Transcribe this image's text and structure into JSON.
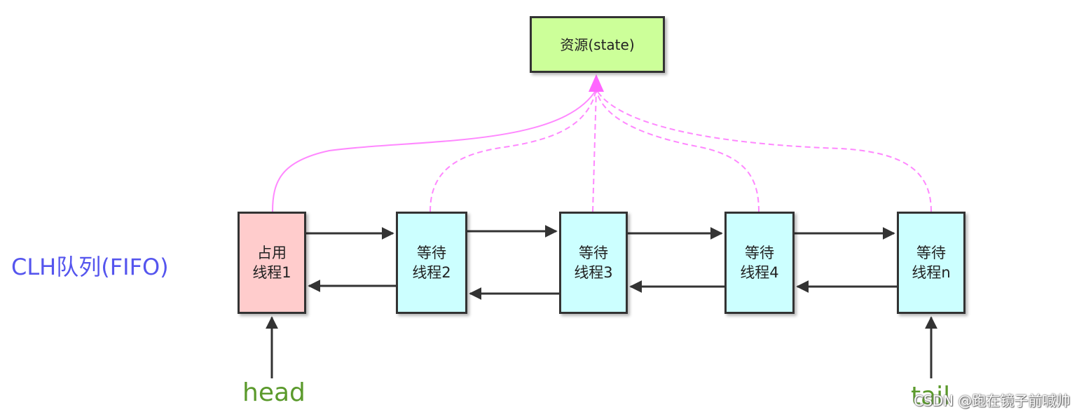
{
  "diagram": {
    "resource": {
      "label": "资源(state)"
    },
    "queue_label": "CLH队列(FIFO)",
    "nodes": [
      {
        "line1": "占用",
        "line2": "线程1"
      },
      {
        "line1": "等待",
        "line2": "线程2"
      },
      {
        "line1": "等待",
        "line2": "线程3"
      },
      {
        "line1": "等待",
        "line2": "线程4"
      },
      {
        "line1": "等待",
        "line2": "线程n"
      }
    ],
    "head_label": "head",
    "tail_label": "tail",
    "watermark": "CSDN @跑在镜子前喊帅"
  },
  "colors": {
    "resource_fill": "#ccff99",
    "holding_fill": "#ffcccc",
    "waiting_fill": "#ccffff",
    "contention_line": "#ff88ff",
    "queue_label": "#5555ee",
    "pointer_label": "#5b9a2c",
    "arrow": "#333333"
  }
}
